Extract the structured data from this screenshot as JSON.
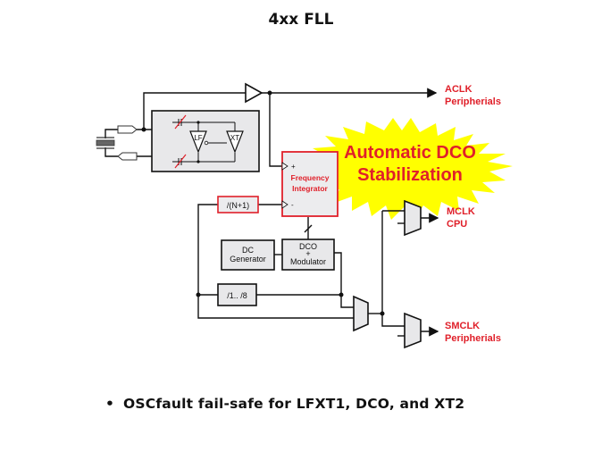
{
  "slide": {
    "title": "4xx FLL",
    "bullet": "OSCfault fail-safe for LFXT1, DCO, and XT2"
  },
  "diagram": {
    "oscillator": {
      "lf_label": "LF",
      "xt_label": "XT"
    },
    "frequency_integrator": {
      "line1": "Frequency",
      "line2": "Integrator",
      "plus": "+",
      "minus": "-"
    },
    "divider_n": "/(N+1)",
    "dc_generator": {
      "line1": "DC",
      "line2": "Generator"
    },
    "dco_modulator": {
      "line1": "DCO",
      "line2": "+",
      "line3": "Modulator"
    },
    "divider_1_8": "/1.. /8",
    "callout": {
      "line1": "Automatic DCO",
      "line2": "Stabilization"
    },
    "outputs": {
      "aclk": {
        "line1": "ACLK",
        "line2": "Peripherials"
      },
      "mclk": {
        "line1": "MCLK",
        "line2": "CPU"
      },
      "smclk": {
        "line1": "SMCLK",
        "line2": "Peripherials"
      }
    },
    "colors": {
      "accent": "#e0202a",
      "block_fill": "#e8e8ea",
      "starburst": "#ffff00",
      "wire": "#111111"
    }
  }
}
